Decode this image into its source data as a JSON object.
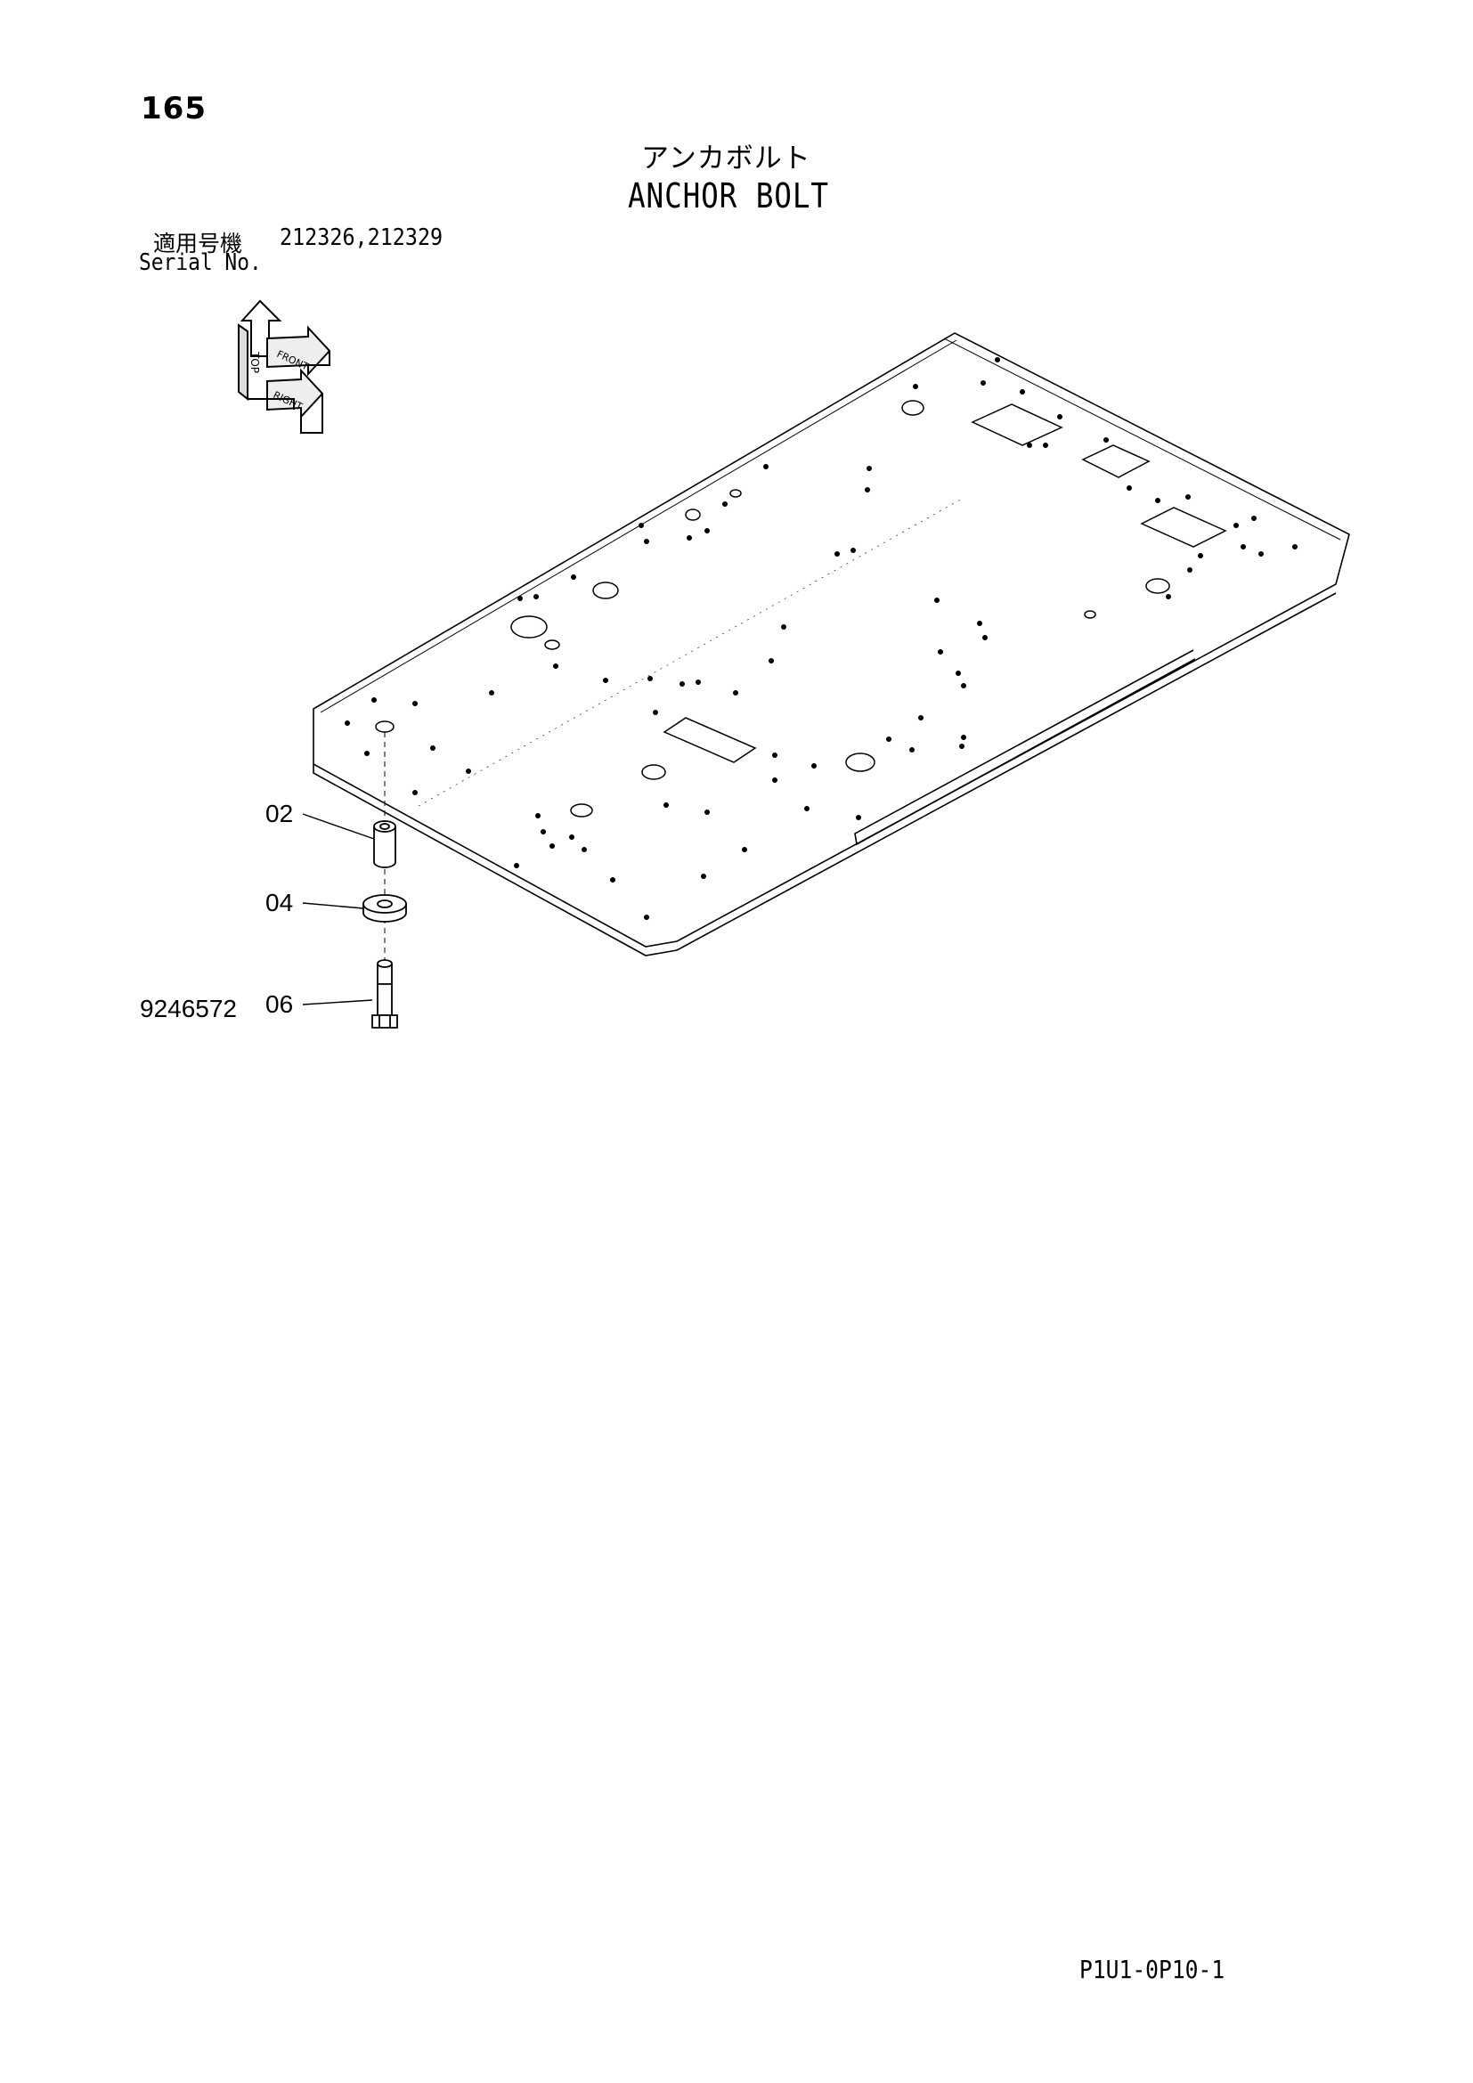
{
  "header": {
    "page_number": "165",
    "title_jp": "アンカボルト",
    "title_en": "ANCHOR BOLT"
  },
  "serial": {
    "label_jp": "適用号機",
    "value": "212326,212329",
    "label_en": "Serial No."
  },
  "parts": [
    {
      "ref": "02"
    },
    {
      "ref": "04"
    },
    {
      "ref": "06"
    }
  ],
  "orientation_icon": {
    "icon": "orientation-arrows-icon"
  },
  "footer": {
    "drawing_number": "9246572",
    "page_code": "P1U1-0P10-1"
  }
}
